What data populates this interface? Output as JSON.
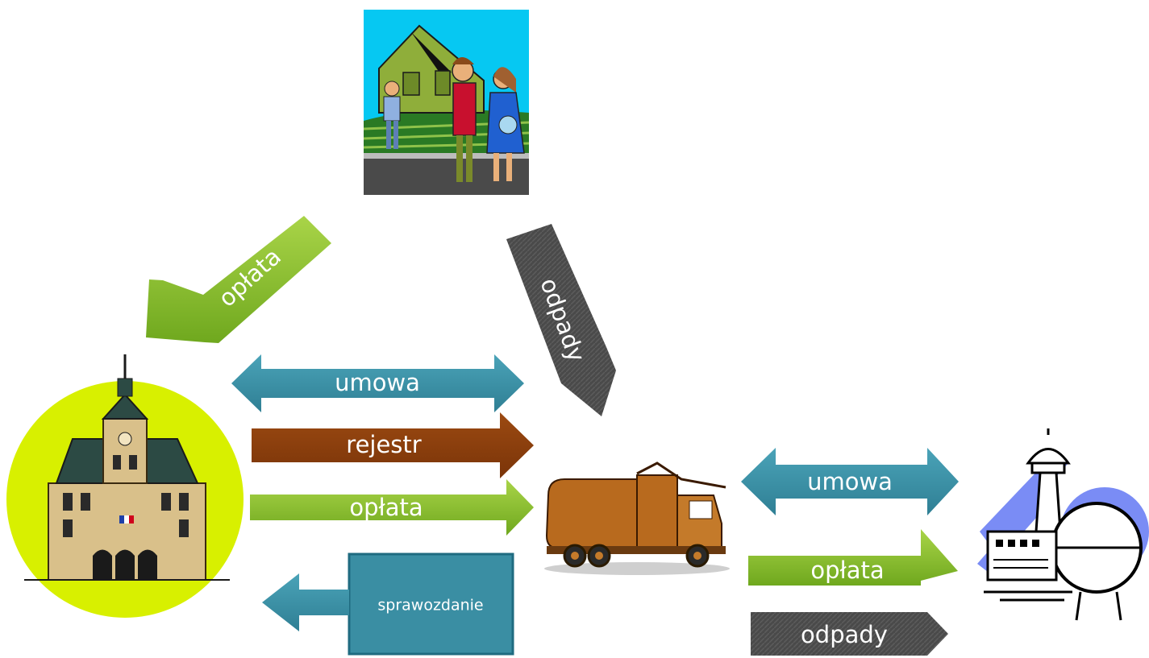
{
  "colors": {
    "teal": "#3a8ea3",
    "brown": "#8a3e0c",
    "green": "#7fb82a",
    "gray": "#4a4a4a",
    "lime": "#d8f000",
    "sky": "#06c8f2"
  },
  "icons": {
    "family": "family-house-icon",
    "townhall": "town-hall-icon",
    "truck": "garbage-truck-icon",
    "plant": "processing-plant-icon"
  },
  "arrows": {
    "household_fee": "opłata",
    "household_waste": "odpady",
    "municipality_contract": "umowa",
    "register": "rejestr",
    "collector_fee": "opłata",
    "report": "sprawozdanie",
    "plant_contract": "umowa",
    "plant_fee": "opłata",
    "plant_waste": "odpady"
  }
}
